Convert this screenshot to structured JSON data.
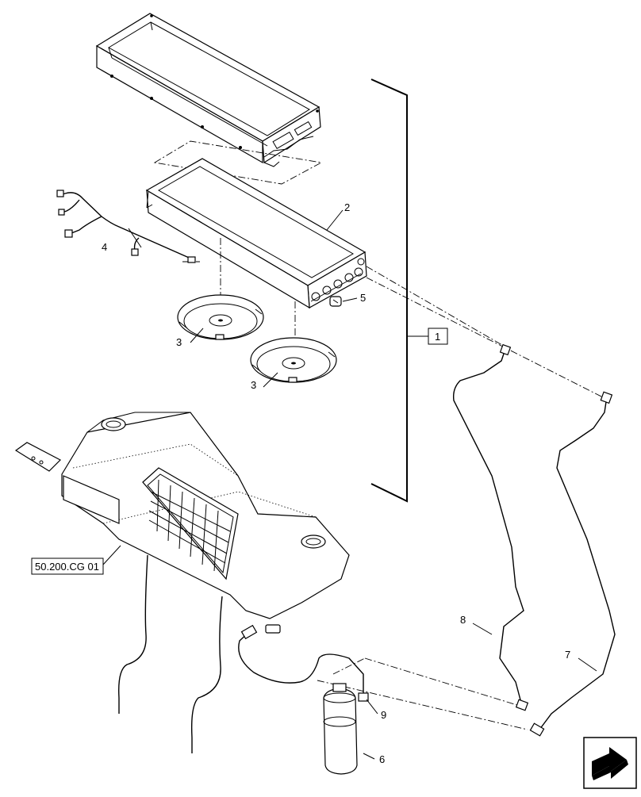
{
  "callouts": {
    "c1": "1",
    "c2": "2",
    "c3a": "3",
    "c3b": "3",
    "c4": "4",
    "c5": "5",
    "c6": "6",
    "c7": "7",
    "c8": "8",
    "c9": "9"
  },
  "reference": "50.200.CG 01",
  "icons": {
    "nav": "next-arrow-icon"
  }
}
